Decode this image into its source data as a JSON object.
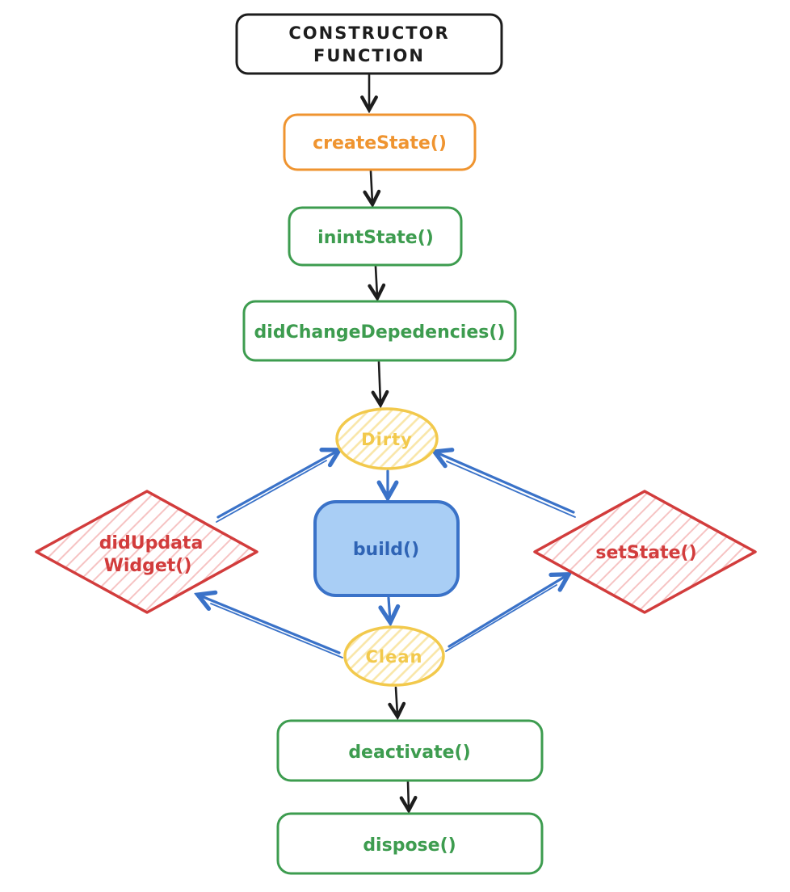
{
  "diagram": {
    "type": "flowchart",
    "background": "#ffffff",
    "nodes": {
      "constructor": {
        "line1": "CONSTRUCTOR",
        "line2": "FUNCTION",
        "shape": "rounded-rectangle",
        "stroke": "#1d1d1d",
        "fill": "#ffffff"
      },
      "createState": {
        "label": "createState()",
        "shape": "rounded-rectangle",
        "stroke": "#ef9430",
        "fill": "#ffffff"
      },
      "initState": {
        "label": "inintState()",
        "shape": "rounded-rectangle",
        "stroke": "#3d9c4f",
        "fill": "#ffffff"
      },
      "didChangeDependencies": {
        "label": "didChangeDepedencies()",
        "shape": "rounded-rectangle",
        "stroke": "#3d9c4f",
        "fill": "#ffffff"
      },
      "dirty": {
        "label": "Dirty",
        "shape": "ellipse",
        "stroke": "#f2c94c",
        "fill": "yellow-diagonal-hatch"
      },
      "build": {
        "label": "build()",
        "shape": "rounded-rectangle",
        "stroke": "#3a72c8",
        "fill": "#a9cef5"
      },
      "clean": {
        "label": "Clean",
        "shape": "ellipse",
        "stroke": "#f2c94c",
        "fill": "yellow-diagonal-hatch"
      },
      "didUpdateWidget": {
        "line1": "didUpdata",
        "line2": "Widget()",
        "shape": "diamond",
        "stroke": "#d23c3c",
        "fill": "red-diagonal-hatch"
      },
      "setState": {
        "label": "setState()",
        "shape": "diamond",
        "stroke": "#d23c3c",
        "fill": "red-diagonal-hatch"
      },
      "deactivate": {
        "label": "deactivate()",
        "shape": "rounded-rectangle",
        "stroke": "#3d9c4f",
        "fill": "#ffffff"
      },
      "dispose": {
        "label": "dispose()",
        "shape": "rounded-rectangle",
        "stroke": "#3d9c4f",
        "fill": "#ffffff"
      }
    },
    "edges": [
      {
        "from": "constructor",
        "to": "createState",
        "color": "#1d1d1d",
        "style": "single"
      },
      {
        "from": "createState",
        "to": "initState",
        "color": "#1d1d1d",
        "style": "single"
      },
      {
        "from": "initState",
        "to": "didChangeDependencies",
        "color": "#1d1d1d",
        "style": "single"
      },
      {
        "from": "didChangeDependencies",
        "to": "dirty",
        "color": "#1d1d1d",
        "style": "single"
      },
      {
        "from": "dirty",
        "to": "build",
        "color": "#3a72c8",
        "style": "single"
      },
      {
        "from": "build",
        "to": "clean",
        "color": "#3a72c8",
        "style": "single"
      },
      {
        "from": "clean",
        "to": "deactivate",
        "color": "#1d1d1d",
        "style": "single"
      },
      {
        "from": "deactivate",
        "to": "dispose",
        "color": "#1d1d1d",
        "style": "single"
      },
      {
        "from": "didUpdateWidget",
        "to": "dirty",
        "color": "#3a72c8",
        "style": "double"
      },
      {
        "from": "setState",
        "to": "dirty",
        "color": "#3a72c8",
        "style": "double"
      },
      {
        "from": "clean",
        "to": "didUpdateWidget",
        "color": "#3a72c8",
        "style": "double"
      },
      {
        "from": "clean",
        "to": "setState",
        "color": "#3a72c8",
        "style": "double"
      }
    ],
    "colors": {
      "black": "#1d1d1d",
      "orange": "#ef9430",
      "green": "#3d9c4f",
      "yellow": "#f2c94c",
      "yellow_hatch": "#f9e6a8",
      "blue": "#3a72c8",
      "blue_fill": "#a9cef5",
      "blue_text": "#2f64b5",
      "red": "#d23c3c",
      "red_hatch": "#f6c3c3"
    }
  }
}
